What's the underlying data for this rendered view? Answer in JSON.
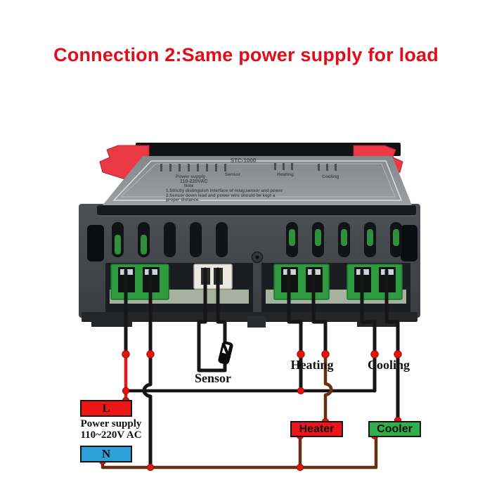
{
  "title": {
    "text": "Connection 2:Same power supply for load",
    "color": "#e20d18"
  },
  "device_label": {
    "model": "STC-1000",
    "power_supply": "Power supply",
    "sensor": "Sensor",
    "voltage": "110-220VAC",
    "heating": "Heating",
    "cooling": "Cooling",
    "note_title": "Note",
    "note_line1": "1.Strictly distinguish interface of relay,sensor and power",
    "note_line2": "2.Sensor down lead and power wire should be kept a",
    "note_line3": "proper distance."
  },
  "wiring": {
    "sensor_label": "Sensor",
    "heating_label": "Heating",
    "cooling_label": "Cooling",
    "power_supply_line1": "Power supply",
    "power_supply_line2": "110~220V AC",
    "live_terminal": "L",
    "neutral_terminal": "N",
    "heater_label": "Heater",
    "cooler_label": "Cooler",
    "colors": {
      "live_box": "#ee1515",
      "neutral_box": "#2f9fd8",
      "heater_box": "#f0141a",
      "cooler_box": "#2fae49",
      "wire_black": "#161616",
      "wire_red": "#e51717",
      "wire_brown": "#643112",
      "junction_dot": "#ea1309"
    }
  }
}
